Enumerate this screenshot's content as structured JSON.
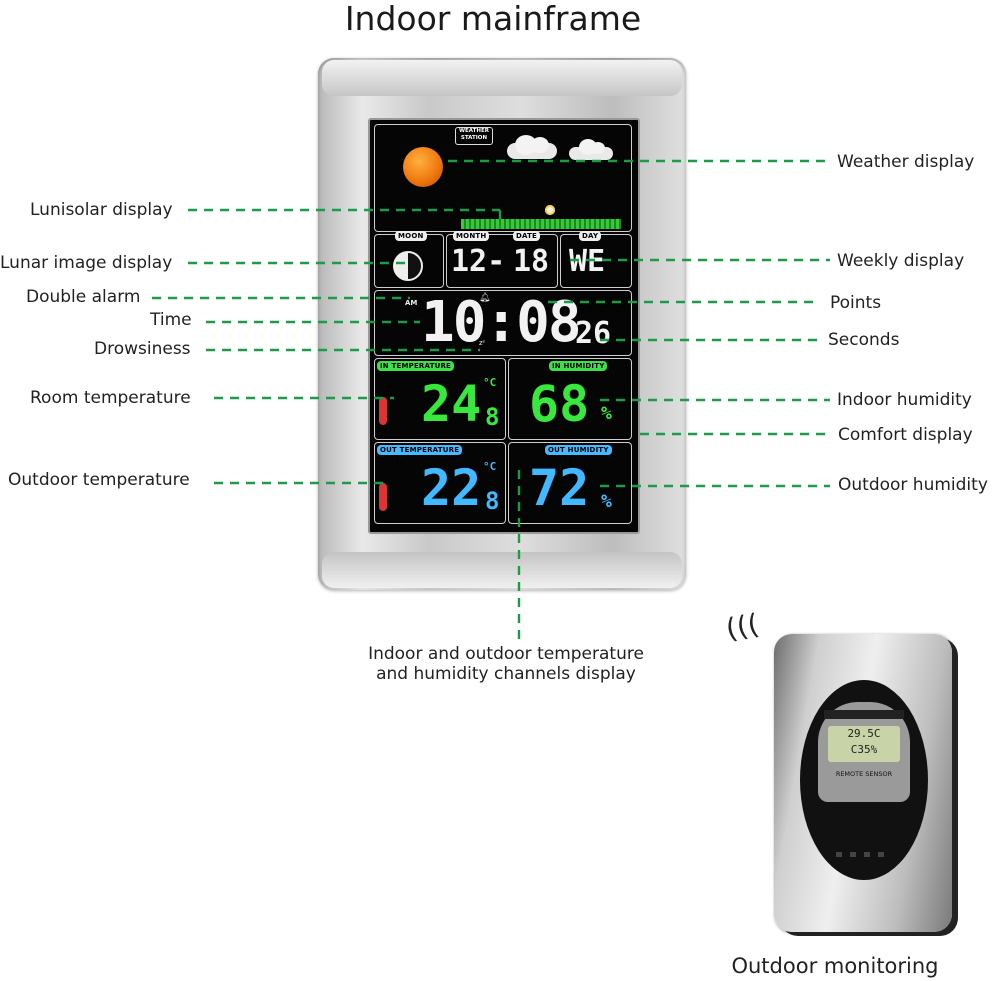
{
  "title": "Indoor mainframe",
  "labels": {
    "weather_display": "Weather display",
    "lunisolar_display": "Lunisolar display",
    "weekly_display": "Weekly display",
    "lunar_image_display": "Lunar image display",
    "double_alarm": "Double alarm",
    "points": "Points",
    "time": "Time",
    "seconds": "Seconds",
    "drowsiness": "Drowsiness",
    "room_temperature": "Room temperature",
    "indoor_humidity": "Indoor humidity",
    "comfort_display": "Comfort display",
    "outdoor_temperature": "Outdoor temperature",
    "outdoor_humidity": "Outdoor humidity",
    "channels_line1": "Indoor and outdoor temperature",
    "channels_line2": "and humidity channels display",
    "outdoor_monitoring": "Outdoor monitoring"
  },
  "screen": {
    "weather_station_line1": "WEATHER",
    "weather_station_line2": "STATION",
    "moon_tag": "MOON",
    "month_tag": "MONTH",
    "date_tag": "DATE",
    "day_tag": "DAY",
    "month": "12-",
    "date": "18",
    "day": "WE",
    "am": "AM",
    "time": "10:08",
    "seconds": "26",
    "in_temp_tag": "IN TEMPERATURE",
    "in_temp": "24",
    "in_temp_dec": "8",
    "in_hum_tag": "IN HUMIDITY",
    "in_hum": "68",
    "out_temp_tag": "OUT TEMPERATURE",
    "out_temp": "22",
    "out_temp_dec": "8",
    "out_hum_tag": "OUT HUMIDITY",
    "out_hum": "72",
    "deg_c": "°C",
    "percent": "%"
  },
  "sensor": {
    "lcd_line1": "29.5C",
    "lcd_line2": "C35%",
    "remote_sensor": "REMOTE SENSOR"
  },
  "colors": {
    "leader_line": "#1e9b48",
    "lcd_green": "#39e83c",
    "lcd_blue": "#41b8ff",
    "lcd_white": "#f2f2f2",
    "sun": "#f07a10"
  }
}
